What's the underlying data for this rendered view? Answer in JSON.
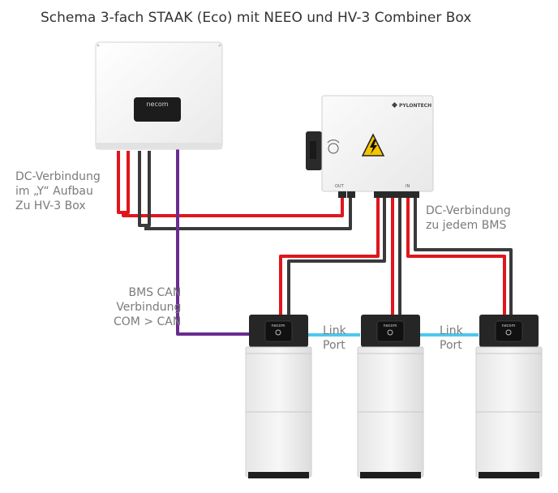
{
  "title": "Schema 3-fach STAAK (Eco) mit NEEO und HV-3 Combiner Box",
  "labels": {
    "dc_y": [
      "DC-Verbindung",
      "im „Y“ Aufbau",
      "Zu HV-3 Box"
    ],
    "dc_bms": [
      "DC-Verbindung",
      "zu jedem BMS"
    ],
    "bms_can": [
      "BMS CAN",
      "Verbindung",
      "COM > CAN"
    ],
    "link_port_1": [
      "Link",
      "Port"
    ],
    "link_port_2": [
      "Link",
      "Port"
    ]
  },
  "devices": {
    "inverter_brand": "necom",
    "combiner_brand": "PYLONTECH",
    "combiner_port_out": "OUT",
    "combiner_port_in": "IN",
    "battery_brand": "necom"
  },
  "colors": {
    "dc_positive": "#e0161c",
    "dc_negative": "#3a3a3a",
    "can_cable": "#6a2c91",
    "link_cable": "#4dc8ee"
  }
}
